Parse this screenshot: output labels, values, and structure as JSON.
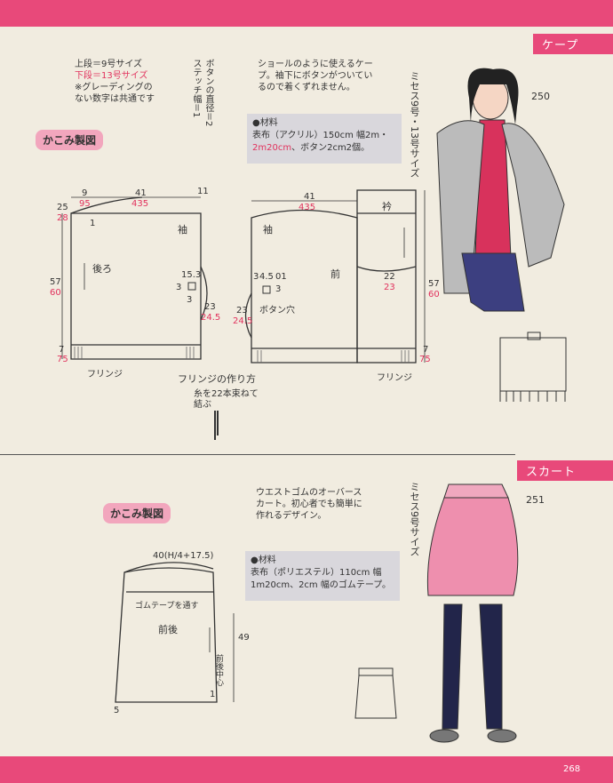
{
  "sections": {
    "cape": {
      "tag": "ケープ",
      "model_no": "250",
      "size_note": {
        "upper": "上段＝9号サイズ",
        "lower": "下段＝13号サイズ",
        "grading1": "※グレーディングの",
        "grading2": "ない数字は共通です"
      },
      "button_note": {
        "col1": "ボタンの直径＝2",
        "col2": "ステッチ幅＝1"
      },
      "description": [
        "ショールのように使えるケー",
        "プ。袖下にボタンがついてい",
        "るので着くずれません。"
      ],
      "materials_title": "●材料",
      "materials_line1": "表布（アクリル）150cm 幅2m・",
      "materials_line2_pink": "2m20cm",
      "materials_line2_rest": "、ボタン2cm2個。",
      "sizes_vertical": "ミセス9号・13号サイズ",
      "kakomi": "かこみ製図",
      "pattern": {
        "left_top_9": "9",
        "left_top_95": "95",
        "left_top_41": "41",
        "left_top_435": "435",
        "left_top_11": "11",
        "left_25": "25",
        "left_28": "28",
        "left_1": "1",
        "left_57": "57",
        "left_60": "60",
        "left_back": "後ろ",
        "left_sleeve": "袖",
        "left_153": "15.3",
        "left_3a": "3",
        "left_3b": "3",
        "left_23": "23",
        "left_245": "24.5",
        "left_7": "7",
        "left_75": "75",
        "fringe": "フリンジ",
        "right_41": "41",
        "right_435": "435",
        "right_sleeve": "袖",
        "right_collar": "衿",
        "right_front": "前",
        "right_3": "3",
        "right_45": "4.5",
        "right_01": "01",
        "right_3b": "3",
        "button_hole": "ボタン穴",
        "right_23": "23",
        "right_245": "24.5",
        "right_22": "22",
        "right_23b": "23",
        "right_57": "57",
        "right_60": "60",
        "right_7": "7",
        "right_75": "75",
        "fringe2": "フリンジ",
        "how_to": "フリンジの作り方",
        "how_to2": "糸を22本束ねて",
        "how_to3": "結ぶ"
      }
    },
    "skirt": {
      "tag": "スカート",
      "model_no": "251",
      "description": [
        "ウエストゴムのオーバース",
        "カート。初心者でも簡単に",
        "作れるデザイン。"
      ],
      "materials_title": "●材料",
      "materials_line1": "表布（ポリエステル）110cm 幅",
      "materials_line2": "1m20cm、2cm 幅のゴムテープ。",
      "sizes_vertical": "ミセス9号サイズ",
      "kakomi": "かこみ製図",
      "pattern": {
        "formula": "40(H/4+17.5)",
        "elastic": "ゴムテープを通す",
        "front_back": "前後",
        "center": "前後中心",
        "length": "49",
        "hem": "5",
        "one": "1"
      }
    }
  },
  "page_number": "268",
  "colors": {
    "accent": "#e8497a",
    "pink_text": "#e1325d",
    "paper": "#f1ece0"
  }
}
